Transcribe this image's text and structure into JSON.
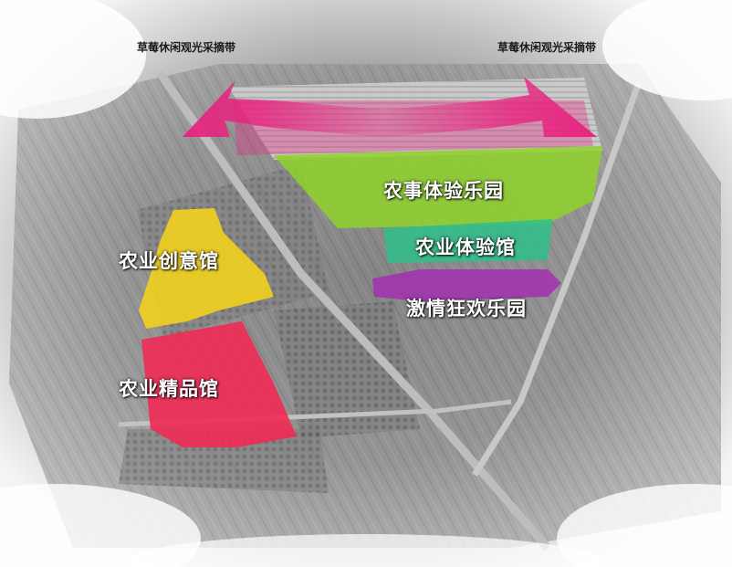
{
  "arrows": {
    "left_label": "草莓休闲观光采摘带",
    "right_label": "草莓休闲观光采摘带",
    "color": "#e8217f"
  },
  "zones": {
    "farm_park": {
      "label": "农事体验乐园",
      "color": "#8fd42a"
    },
    "experience_hall": {
      "label": "农业体验馆",
      "color": "#2fbf8a"
    },
    "carnival_park": {
      "label": "激情狂欢乐园",
      "color": "#a22fb0"
    },
    "creative_hall": {
      "label": "农业创意馆",
      "color": "#f2d21e"
    },
    "boutique_hall": {
      "label": "农业精品馆",
      "color": "#f02a55"
    }
  }
}
